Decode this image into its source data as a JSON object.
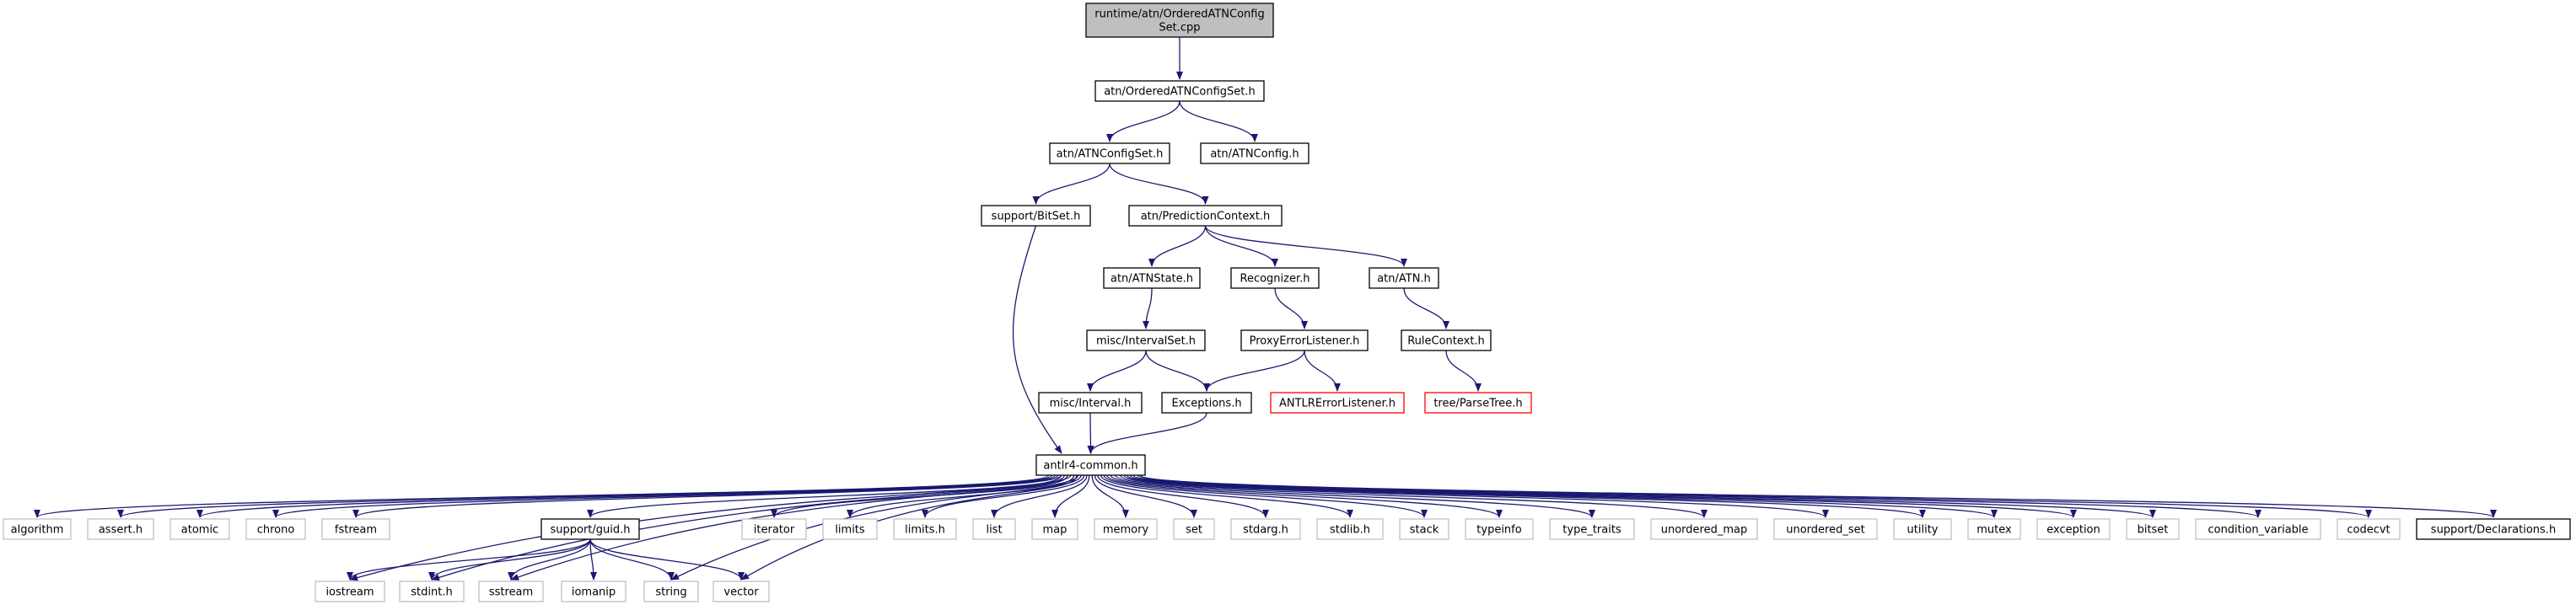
{
  "nodes": [
    {
      "id": "root",
      "lines": [
        "runtime/atn/OrderedATNConfig",
        "Set.cpp"
      ],
      "kind": "root"
    },
    {
      "id": "ordered_h",
      "label": "atn/OrderedATNConfigSet.h",
      "kind": "normal"
    },
    {
      "id": "atnconfigset_h",
      "label": "atn/ATNConfigSet.h",
      "kind": "normal"
    },
    {
      "id": "atnconfig_h",
      "label": "atn/ATNConfig.h",
      "kind": "normal"
    },
    {
      "id": "bitset_h",
      "label": "support/BitSet.h",
      "kind": "normal"
    },
    {
      "id": "predctx_h",
      "label": "atn/PredictionContext.h",
      "kind": "normal"
    },
    {
      "id": "atnstate_h",
      "label": "atn/ATNState.h",
      "kind": "normal"
    },
    {
      "id": "recognizer_h",
      "label": "Recognizer.h",
      "kind": "normal"
    },
    {
      "id": "atn_h",
      "label": "atn/ATN.h",
      "kind": "normal"
    },
    {
      "id": "intervalset_h",
      "label": "misc/IntervalSet.h",
      "kind": "normal"
    },
    {
      "id": "proxy_h",
      "label": "ProxyErrorListener.h",
      "kind": "normal"
    },
    {
      "id": "rulectx_h",
      "label": "RuleContext.h",
      "kind": "normal"
    },
    {
      "id": "interval_h",
      "label": "misc/Interval.h",
      "kind": "normal"
    },
    {
      "id": "exceptions_h",
      "label": "Exceptions.h",
      "kind": "normal"
    },
    {
      "id": "antlrerr_h",
      "label": "ANTLRErrorListener.h",
      "kind": "truncated"
    },
    {
      "id": "parsetree_h",
      "label": "tree/ParseTree.h",
      "kind": "truncated"
    },
    {
      "id": "common_h",
      "label": "antlr4-common.h",
      "kind": "normal"
    },
    {
      "id": "algorithm",
      "label": "algorithm",
      "kind": "system"
    },
    {
      "id": "assert_h",
      "label": "assert.h",
      "kind": "system"
    },
    {
      "id": "atomic",
      "label": "atomic",
      "kind": "system"
    },
    {
      "id": "chrono",
      "label": "chrono",
      "kind": "system"
    },
    {
      "id": "fstream",
      "label": "fstream",
      "kind": "system"
    },
    {
      "id": "guid_h",
      "label": "support/guid.h",
      "kind": "normal"
    },
    {
      "id": "iterator",
      "label": "iterator",
      "kind": "system"
    },
    {
      "id": "limits",
      "label": "limits",
      "kind": "system"
    },
    {
      "id": "limits_h",
      "label": "limits.h",
      "kind": "system"
    },
    {
      "id": "list",
      "label": "list",
      "kind": "system"
    },
    {
      "id": "map",
      "label": "map",
      "kind": "system"
    },
    {
      "id": "memory",
      "label": "memory",
      "kind": "system"
    },
    {
      "id": "set",
      "label": "set",
      "kind": "system"
    },
    {
      "id": "stdarg_h",
      "label": "stdarg.h",
      "kind": "system"
    },
    {
      "id": "stdlib_h",
      "label": "stdlib.h",
      "kind": "system"
    },
    {
      "id": "stack",
      "label": "stack",
      "kind": "system"
    },
    {
      "id": "typeinfo",
      "label": "typeinfo",
      "kind": "system"
    },
    {
      "id": "type_traits",
      "label": "type_traits",
      "kind": "system"
    },
    {
      "id": "unordered_map",
      "label": "unordered_map",
      "kind": "system"
    },
    {
      "id": "unordered_set",
      "label": "unordered_set",
      "kind": "system"
    },
    {
      "id": "utility",
      "label": "utility",
      "kind": "system"
    },
    {
      "id": "mutex",
      "label": "mutex",
      "kind": "system"
    },
    {
      "id": "exception",
      "label": "exception",
      "kind": "system"
    },
    {
      "id": "bitset",
      "label": "bitset",
      "kind": "system"
    },
    {
      "id": "condition_variable",
      "label": "condition_variable",
      "kind": "system"
    },
    {
      "id": "codecvt",
      "label": "codecvt",
      "kind": "system"
    },
    {
      "id": "declarations_h",
      "label": "support/Declarations.h",
      "kind": "normal"
    },
    {
      "id": "iostream",
      "label": "iostream",
      "kind": "system"
    },
    {
      "id": "stdint_h",
      "label": "stdint.h",
      "kind": "system"
    },
    {
      "id": "sstream",
      "label": "sstream",
      "kind": "system"
    },
    {
      "id": "iomanip",
      "label": "iomanip",
      "kind": "system"
    },
    {
      "id": "string",
      "label": "string",
      "kind": "system"
    },
    {
      "id": "vector",
      "label": "vector",
      "kind": "system"
    }
  ],
  "edges": [
    [
      "root",
      "ordered_h"
    ],
    [
      "ordered_h",
      "atnconfigset_h"
    ],
    [
      "ordered_h",
      "atnconfig_h"
    ],
    [
      "atnconfigset_h",
      "bitset_h"
    ],
    [
      "atnconfigset_h",
      "predctx_h"
    ],
    [
      "bitset_h",
      "common_h"
    ],
    [
      "predctx_h",
      "atnstate_h"
    ],
    [
      "predctx_h",
      "recognizer_h"
    ],
    [
      "predctx_h",
      "atn_h"
    ],
    [
      "atnstate_h",
      "intervalset_h"
    ],
    [
      "recognizer_h",
      "proxy_h"
    ],
    [
      "atn_h",
      "rulectx_h"
    ],
    [
      "intervalset_h",
      "interval_h"
    ],
    [
      "intervalset_h",
      "exceptions_h"
    ],
    [
      "proxy_h",
      "exceptions_h"
    ],
    [
      "proxy_h",
      "antlrerr_h"
    ],
    [
      "rulectx_h",
      "parsetree_h"
    ],
    [
      "interval_h",
      "common_h"
    ],
    [
      "exceptions_h",
      "common_h"
    ],
    [
      "common_h",
      "algorithm"
    ],
    [
      "common_h",
      "assert_h"
    ],
    [
      "common_h",
      "atomic"
    ],
    [
      "common_h",
      "chrono"
    ],
    [
      "common_h",
      "fstream"
    ],
    [
      "common_h",
      "guid_h"
    ],
    [
      "common_h",
      "iterator"
    ],
    [
      "common_h",
      "limits"
    ],
    [
      "common_h",
      "limits_h"
    ],
    [
      "common_h",
      "list"
    ],
    [
      "common_h",
      "map"
    ],
    [
      "common_h",
      "memory"
    ],
    [
      "common_h",
      "set"
    ],
    [
      "common_h",
      "stdarg_h"
    ],
    [
      "common_h",
      "stdlib_h"
    ],
    [
      "common_h",
      "stack"
    ],
    [
      "common_h",
      "typeinfo"
    ],
    [
      "common_h",
      "type_traits"
    ],
    [
      "common_h",
      "unordered_map"
    ],
    [
      "common_h",
      "unordered_set"
    ],
    [
      "common_h",
      "utility"
    ],
    [
      "common_h",
      "mutex"
    ],
    [
      "common_h",
      "exception"
    ],
    [
      "common_h",
      "bitset"
    ],
    [
      "common_h",
      "condition_variable"
    ],
    [
      "common_h",
      "codecvt"
    ],
    [
      "common_h",
      "declarations_h"
    ],
    [
      "common_h",
      "iostream"
    ],
    [
      "common_h",
      "stdint_h"
    ],
    [
      "common_h",
      "sstream"
    ],
    [
      "common_h",
      "string"
    ],
    [
      "common_h",
      "vector"
    ],
    [
      "guid_h",
      "iostream"
    ],
    [
      "guid_h",
      "stdint_h"
    ],
    [
      "guid_h",
      "sstream"
    ],
    [
      "guid_h",
      "iomanip"
    ],
    [
      "guid_h",
      "string"
    ],
    [
      "guid_h",
      "vector"
    ]
  ],
  "colors": {
    "edge": "#191970",
    "node_border": "#000000",
    "system_border": "#bfbfbf",
    "truncated_border": "#ff0000",
    "root_fill": "#bfbfbf",
    "fill": "#ffffff"
  }
}
